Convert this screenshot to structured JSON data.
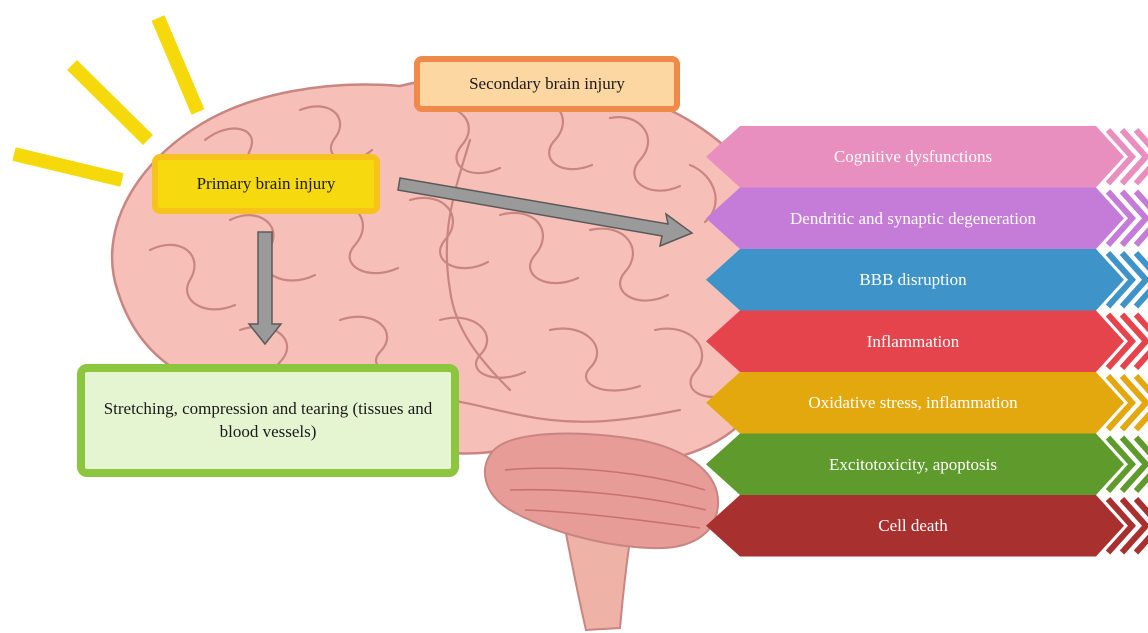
{
  "boxes": {
    "secondary": "Secondary brain injury",
    "primary": "Primary brain injury",
    "mechanical": "Stretching, compression and tearing (tissues and blood vessels)"
  },
  "consequences": [
    {
      "label": "Cognitive dysfunctions",
      "color": "#e98fbf"
    },
    {
      "label": "Dendritic and synaptic degeneration",
      "color": "#c57bd8"
    },
    {
      "label": "BBB disruption",
      "color": "#3e93c9"
    },
    {
      "label": "Inflammation",
      "color": "#e6444c"
    },
    {
      "label": "Oxidative stress, inflammation",
      "color": "#e3a80e"
    },
    {
      "label": "Excitotoxicity, apoptosis",
      "color": "#5f9b2c"
    },
    {
      "label": "Cell death",
      "color": "#a8312f"
    }
  ],
  "colors": {
    "brain": "#f6c0b8",
    "brain_outline": "#c98582",
    "cerebellum": "#e79c98",
    "impact_rays": "#f5d90a",
    "arrow": "#9a9a9a"
  }
}
